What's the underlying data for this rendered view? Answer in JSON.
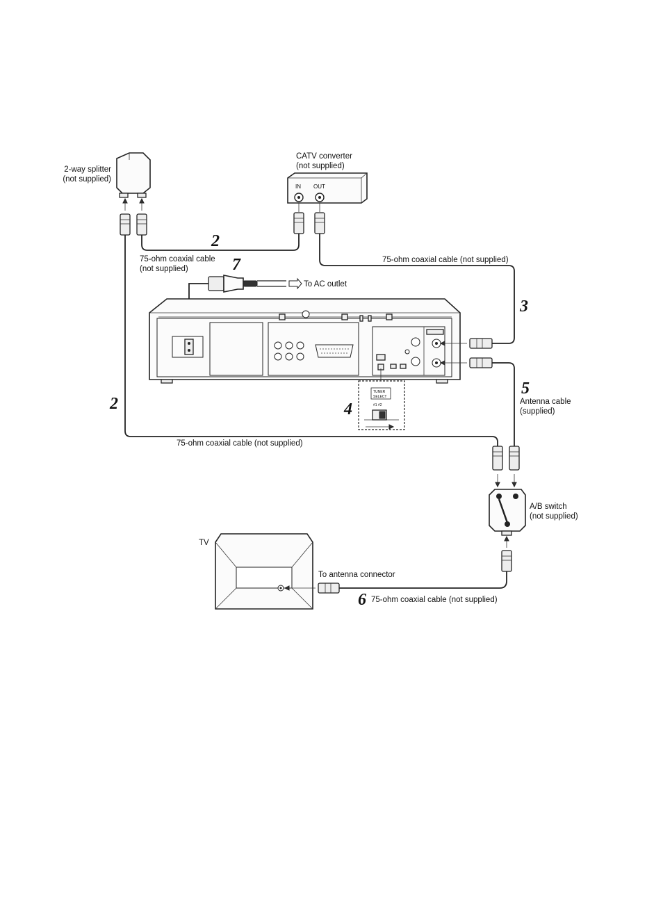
{
  "labels": {
    "splitter": [
      "2-way splitter",
      "(not supplied)"
    ],
    "catv": [
      "CATV converter",
      "(not supplied)"
    ],
    "catv_in": "IN",
    "catv_out": "OUT",
    "coax_2_top": [
      "75-ohm coaxial cable",
      "(not supplied)"
    ],
    "coax_3": "75-ohm coaxial cable (not supplied)",
    "ac_outlet": "To AC outlet",
    "antenna_cable": [
      "Antenna cable",
      "(supplied)"
    ],
    "coax_2_bottom": "75-ohm coaxial cable (not supplied)",
    "ab_switch": [
      "A/B switch",
      "(not supplied)"
    ],
    "tv": "TV",
    "to_antenna": "To antenna connector",
    "coax_6": "75-ohm coaxial cable (not supplied)",
    "tuner_select": [
      "TUNER",
      "SELECT"
    ],
    "tuner_positions": "#1  #2"
  },
  "steps": {
    "s2_top": "2",
    "s2_left": "2",
    "s3": "3",
    "s4": "4",
    "s5": "5",
    "s6": "6",
    "s7": "7"
  },
  "icons": [
    "splitter-icon",
    "catv-converter-icon",
    "vcr-rear-panel-icon",
    "ab-switch-icon",
    "tv-icon",
    "power-plug-icon",
    "coax-plug-icon"
  ]
}
